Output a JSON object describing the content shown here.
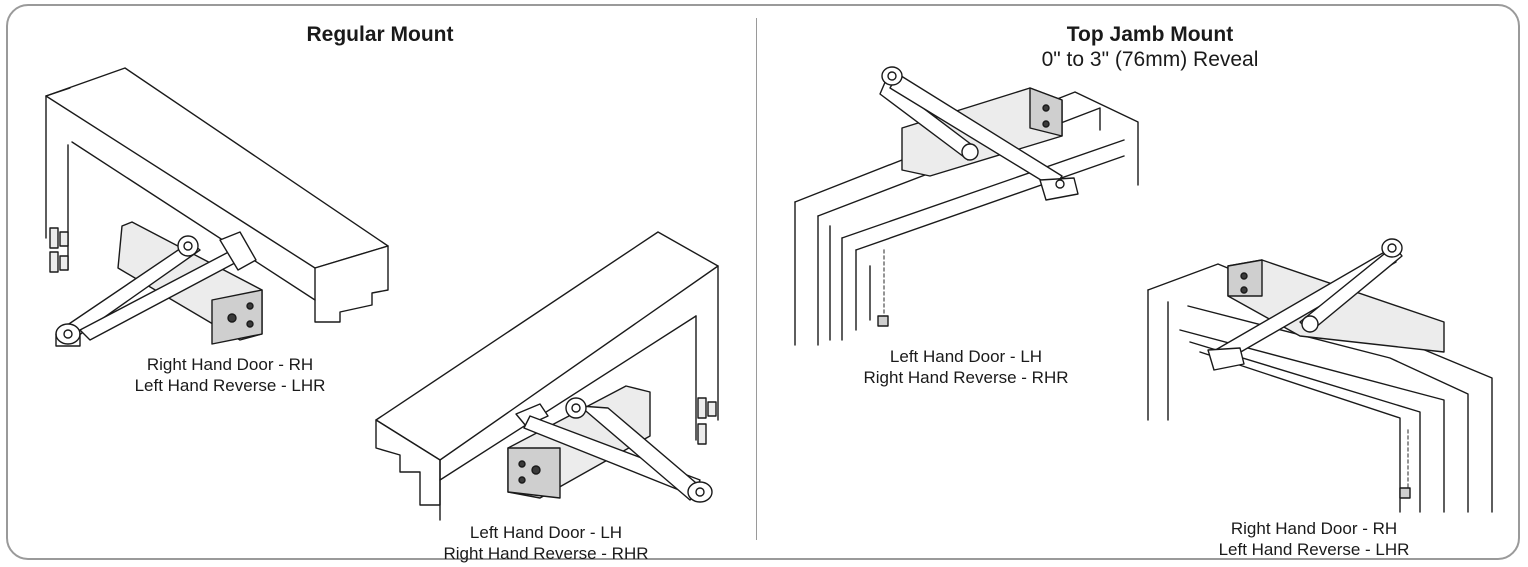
{
  "regular_mount": {
    "title": "Regular Mount",
    "config_a": {
      "line1": "Right Hand Door - RH",
      "line2": "Left Hand Reverse - LHR"
    },
    "config_b": {
      "line1": "Left Hand Door - LH",
      "line2": "Right Hand Reverse - RHR"
    }
  },
  "top_jamb_mount": {
    "title": "Top Jamb Mount",
    "subtitle": "0\" to 3\" (76mm) Reveal",
    "config_a": {
      "line1": "Left Hand Door - LH",
      "line2": "Right Hand Reverse - RHR"
    },
    "config_b": {
      "line1": "Right Hand Door - RH",
      "line2": "Left Hand Reverse - LHR"
    }
  }
}
